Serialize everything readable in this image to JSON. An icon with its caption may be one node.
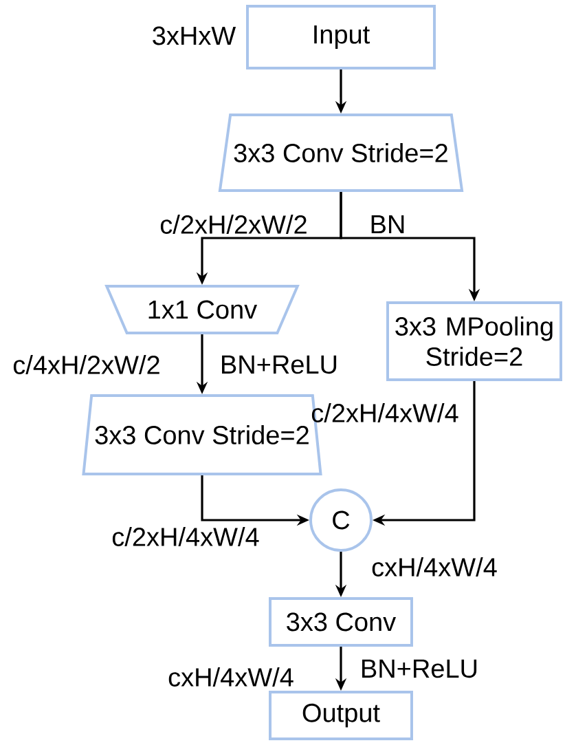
{
  "diagram": {
    "nodes": [
      {
        "text": [
          "Input"
        ],
        "beside": [
          "3xHxW"
        ]
      },
      {
        "text": [
          "3x3 Conv Stride=2"
        ]
      },
      {
        "text": [
          "1x1 Conv"
        ]
      },
      {
        "text": [
          "3x3 MPooling Stride=2"
        ]
      },
      {
        "text": [
          "3x3 Conv Stride=2"
        ]
      },
      {
        "text": [
          "C"
        ]
      },
      {
        "text": [
          "3x3 Conv"
        ]
      },
      {
        "text": [
          "Output"
        ]
      }
    ],
    "edges": [
      {
        "from": 0,
        "to": 1,
        "arrow": "to"
      },
      {
        "from": 1,
        "to": 2,
        "arrow": "to"
      },
      {
        "from": 1,
        "to": 3,
        "arrow": "to"
      },
      {
        "from": 2,
        "to": 4,
        "arrow": "to"
      },
      {
        "from": 4,
        "to": 5,
        "arrow": "to"
      },
      {
        "from": 3,
        "to": 5,
        "arrow": "to"
      },
      {
        "from": 5,
        "to": 6,
        "arrow": "to"
      },
      {
        "from": 6,
        "to": 7,
        "arrow": "to"
      }
    ],
    "labels": [
      "c/2xH/2xW/2",
      "BN",
      "c/4xH/2xW/2",
      "BN+ReLU",
      "c/2xH/4xW/4",
      "c/2xH/4xW/4",
      "cxH/4xW/4",
      "BN+ReLU",
      "cxH/4xW/4"
    ]
  }
}
